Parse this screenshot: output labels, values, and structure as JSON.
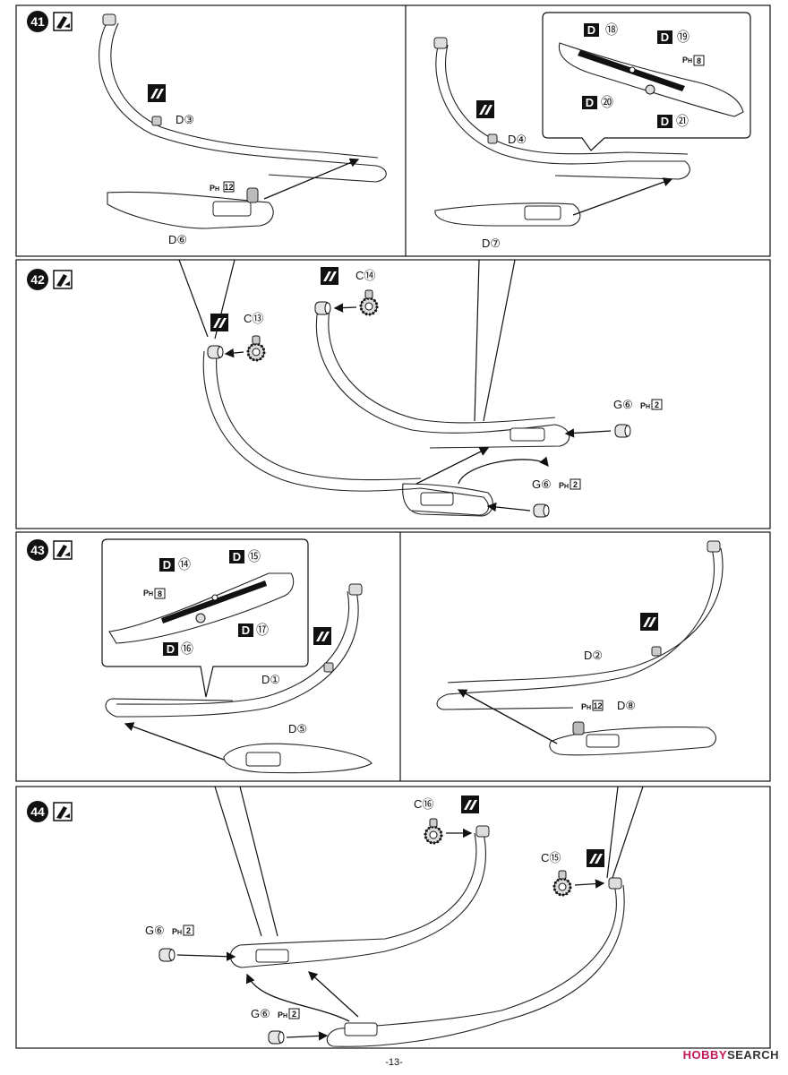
{
  "page_number": "-13-",
  "watermark": {
    "brand": "HOBBY",
    "suffix": "SEARCH"
  },
  "steps": [
    {
      "number": "41"
    },
    {
      "number": "42"
    },
    {
      "number": "43"
    },
    {
      "number": "44"
    }
  ],
  "labels": {
    "s41_left_d3": "D③",
    "s41_left_ph": "12",
    "s41_left_d6": "D⑥",
    "s41_right_d4": "D④",
    "s41_right_d7": "D⑦",
    "s41_inset_d18": "⑱",
    "s41_inset_d19": "⑲",
    "s41_inset_d20": "⑳",
    "s41_inset_d21": "㉑",
    "s41_inset_ph": "8",
    "s42_c13": "C⑬",
    "s42_c14": "C⑭",
    "s42_g6a": "G⑥",
    "s42_g6a_ph": "2",
    "s42_g6b": "G⑥",
    "s42_g6b_ph": "2",
    "s43_inset_d14": "⑭",
    "s43_inset_d15": "⑮",
    "s43_inset_d16": "⑯",
    "s43_inset_d17": "⑰",
    "s43_inset_ph": "8",
    "s43_left_d1": "D①",
    "s43_left_d5": "D⑤",
    "s43_right_d2": "D②",
    "s43_right_d8": "D⑧",
    "s43_right_ph": "12",
    "s44_c16": "C⑯",
    "s44_c15": "C⑮",
    "s44_g6a": "G⑥",
    "s44_g6a_ph": "2",
    "s44_g6b": "G⑥",
    "s44_g6b_ph": "2"
  },
  "letters": {
    "d": "D",
    "ph": "P",
    "ph_sub": "H"
  },
  "icons": [
    "paint-icon",
    "glue-icon"
  ]
}
